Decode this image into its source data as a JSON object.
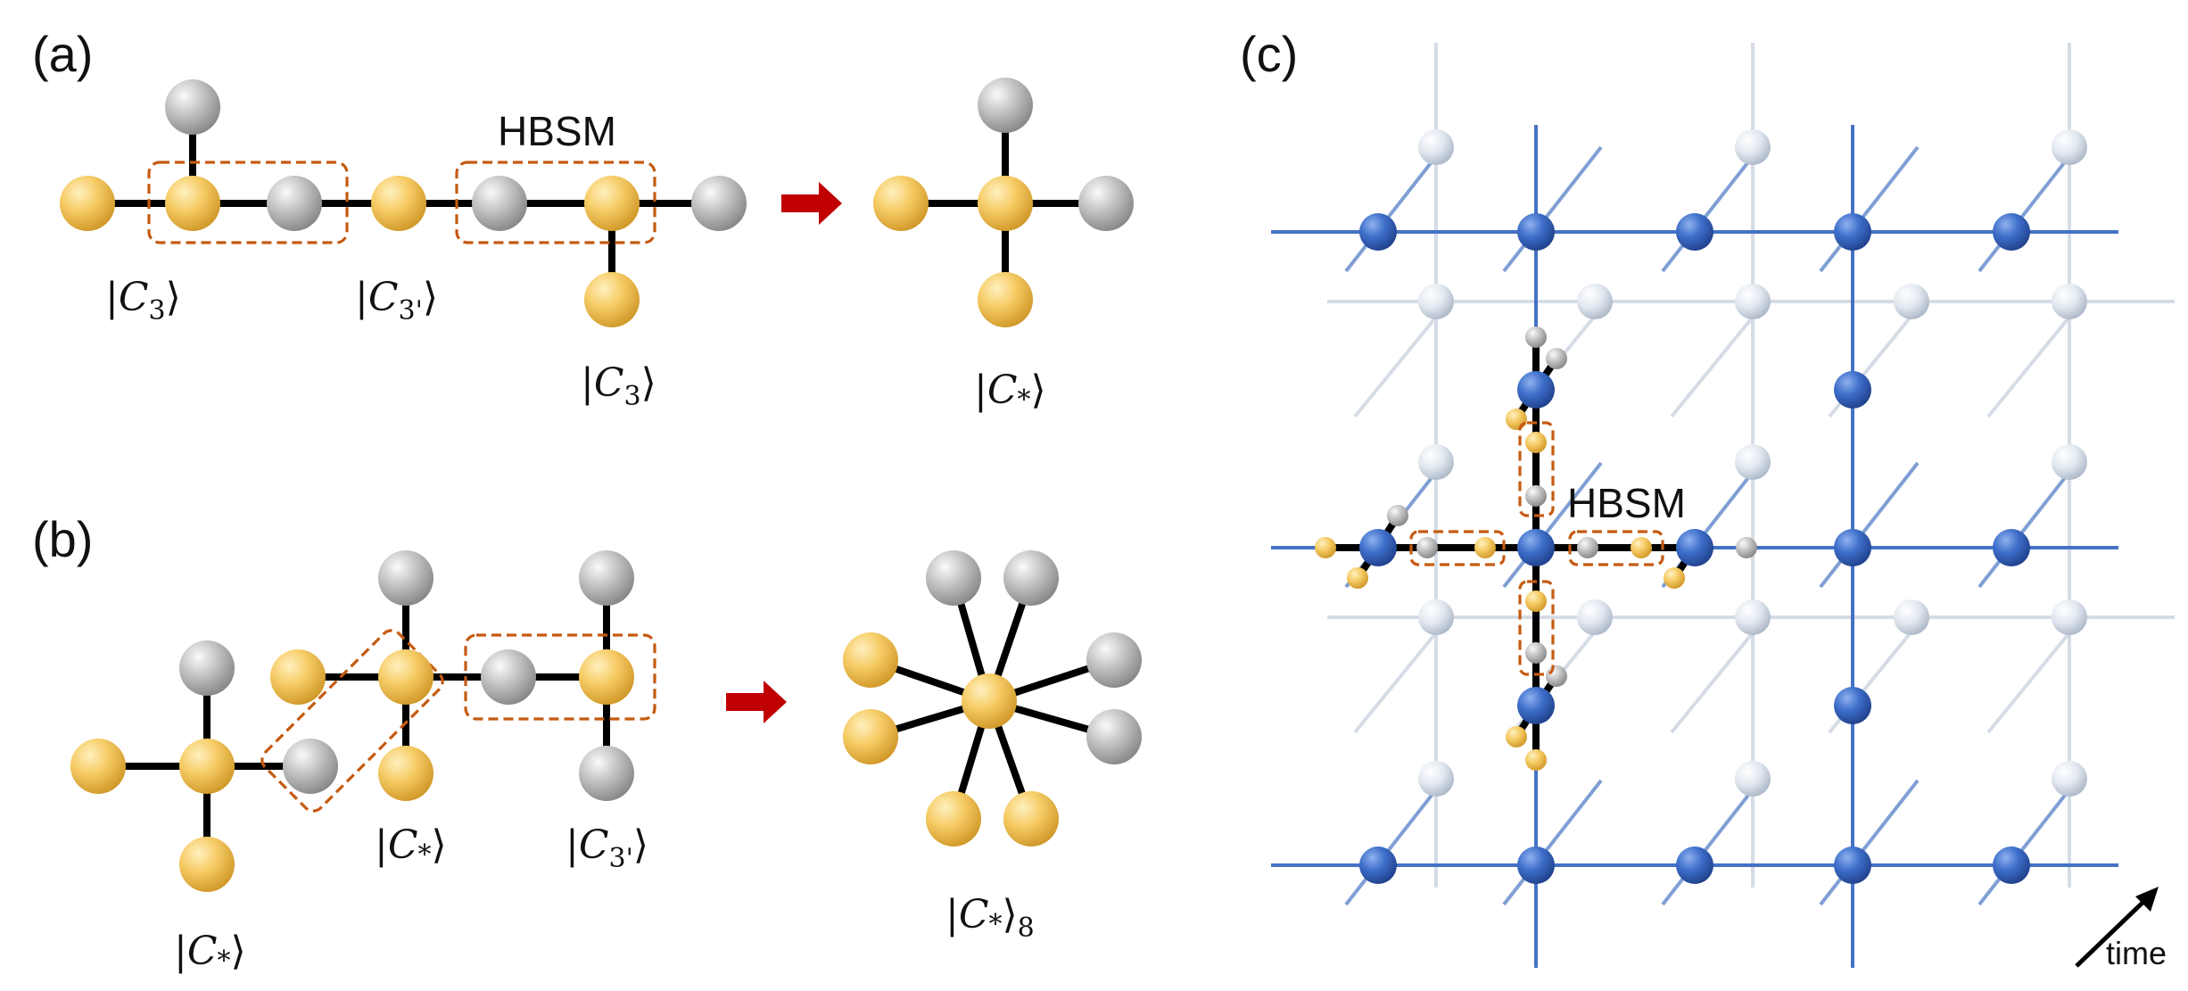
{
  "panels": {
    "a": "(a)",
    "b": "(b)",
    "c": "(c)"
  },
  "annotations": {
    "hbsm_a": "HBSM",
    "hbsm_c": "HBSM",
    "time": "time"
  },
  "states": {
    "c3": {
      "letter": "C",
      "sub": "3"
    },
    "c3p": {
      "letter": "C",
      "sub": "3'"
    },
    "cstar": {
      "letter": "C",
      "sub": "*"
    },
    "cstar8": {
      "letter": "C",
      "sub": "*",
      "outer": "8"
    }
  },
  "colors": {
    "yellow_node": "#f2c45c",
    "gray_node": "#b3b3b3",
    "blue_node": "#3d6bc4",
    "light_node": "#d9e0ea",
    "bond": "#000000",
    "hbsm_box": "#c55a11",
    "arrow": "#c00000",
    "blue_line": "#4472c4",
    "gray_line": "#d5dce6"
  }
}
